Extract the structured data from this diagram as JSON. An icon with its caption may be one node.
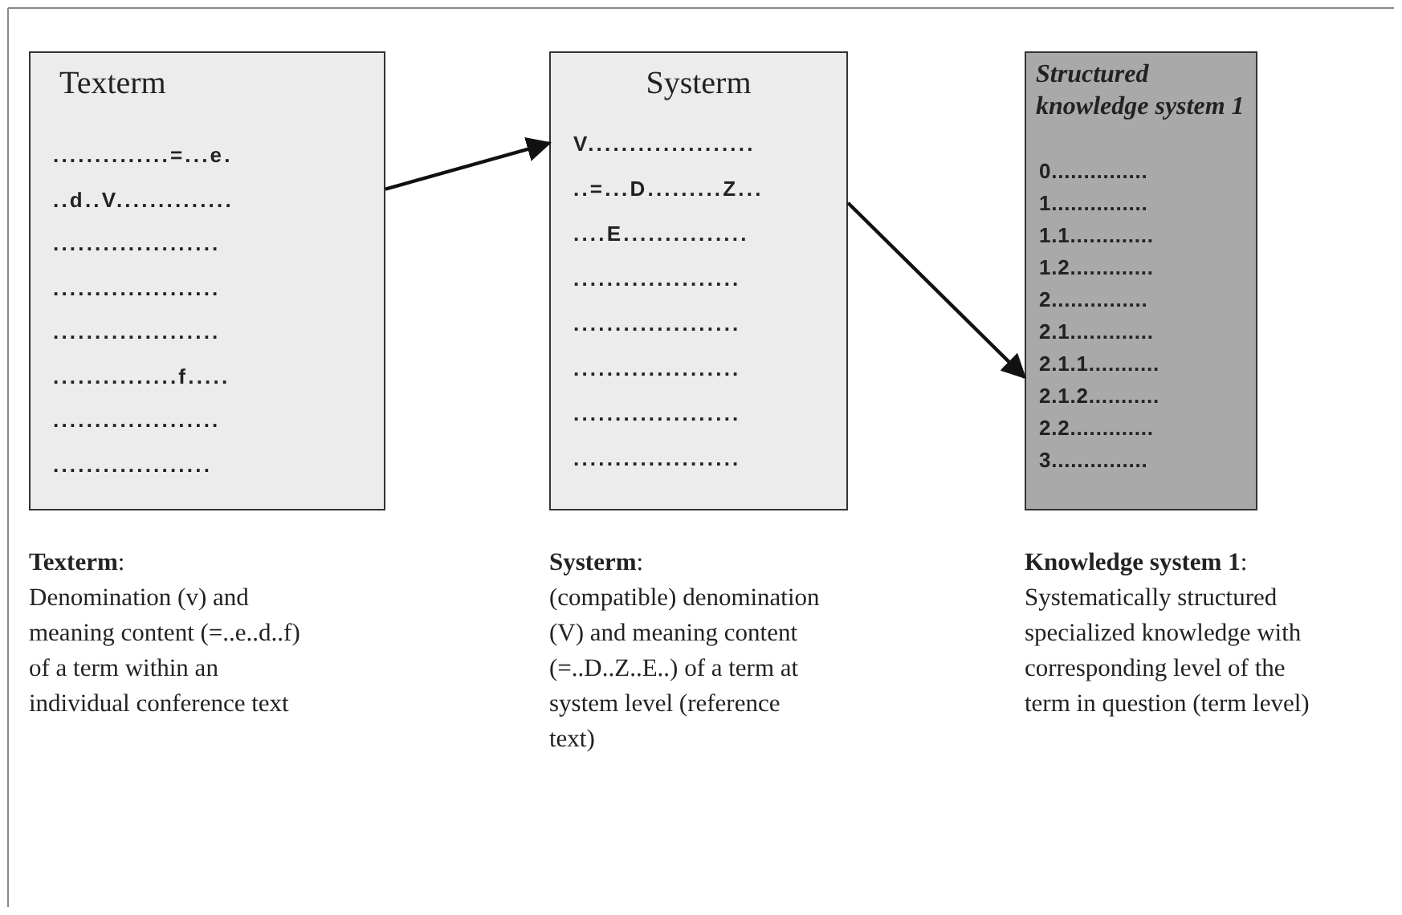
{
  "diagram": {
    "nodes": [
      {
        "text": [
          "Texterm",
          "..............=...e.",
          "..d..V..............",
          "....................",
          "....................",
          "....................",
          "...............f.....",
          "....................",
          "..................."
        ]
      },
      {
        "text": [
          "Systerm",
          "V....................",
          "..=...D.........Z...",
          "....E...............",
          "....................",
          "....................",
          "....................",
          "....................",
          "...................."
        ]
      },
      {
        "text": [
          "Structured knowledge system 1",
          "0...............",
          "1...............",
          "1.1.............",
          "1.2.............",
          "2...............",
          "2.1.............",
          "2.1.1...........",
          "2.1.2...........",
          "2.2.............",
          "3..............."
        ]
      }
    ],
    "labels": [
      "**Texterm**:",
      "Denomination (v) and meaning content (=..e..d..f) of a term within an individual conference text",
      "**Systerm**:",
      "(compatible) denomination (V) and meaning content (=..D..Z..E..) of a term at system level (reference text)",
      "**Knowledge system 1**:",
      "Systematically structured specialized knowledge with corresponding level of the term in question (term level)"
    ],
    "edges": [
      {
        "from": 0,
        "to": 1,
        "arrow": "to"
      },
      {
        "from": 1,
        "to": 2,
        "arrow": "to"
      }
    ]
  }
}
